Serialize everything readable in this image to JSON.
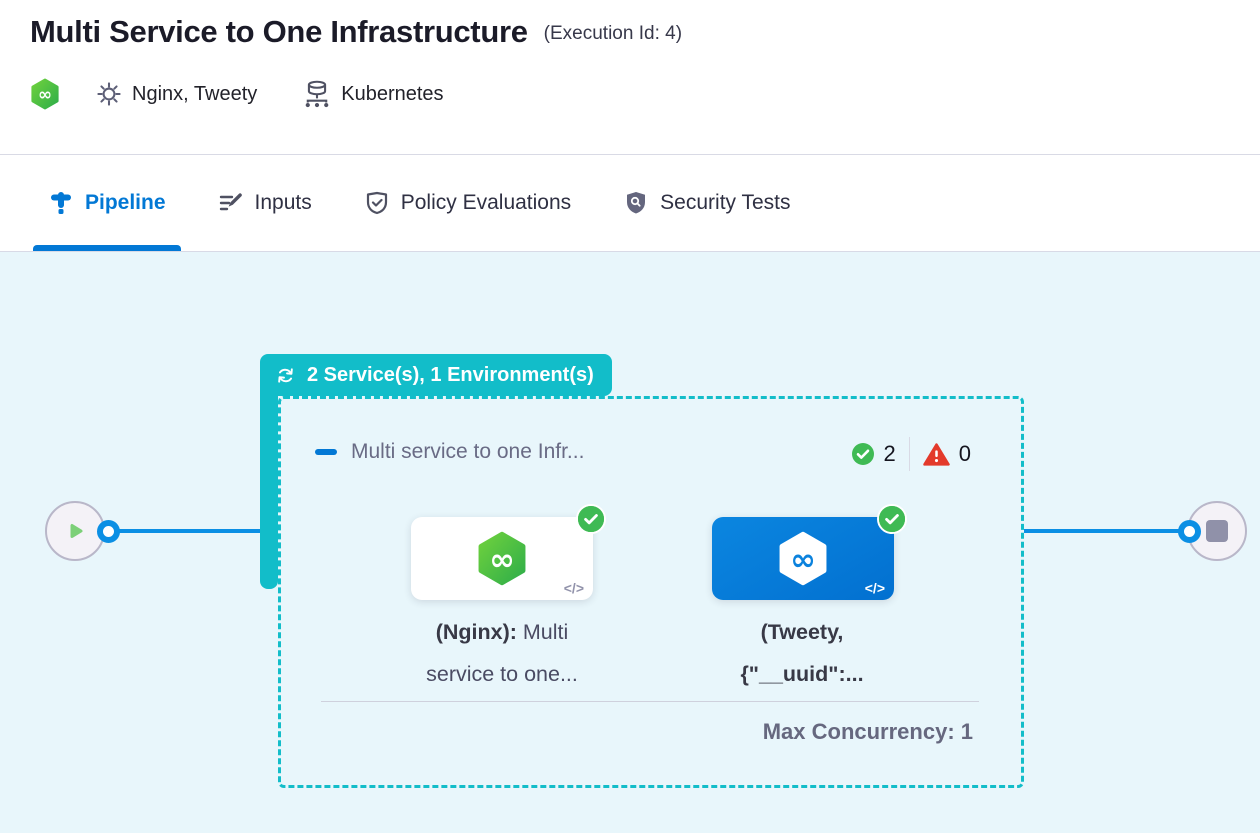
{
  "header": {
    "title": "Multi Service to One Infrastructure",
    "execution_id": "(Execution Id: 4)",
    "services": "Nginx, Tweety",
    "environment": "Kubernetes"
  },
  "tabs": [
    {
      "label": "Pipeline",
      "active": true
    },
    {
      "label": "Inputs",
      "active": false
    },
    {
      "label": "Policy Evaluations",
      "active": false
    },
    {
      "label": "Security Tests",
      "active": false
    }
  ],
  "pipeline": {
    "stage_badge_label": "2 Service(s), 1 Environment(s)",
    "stage_title": "Multi service to one Infr...",
    "success_count": "2",
    "error_count": "0",
    "services": [
      {
        "title_bold": "(Nginx):",
        "title_rest": "Multi",
        "subtitle": "service to one...",
        "code_glyph": "</>"
      },
      {
        "title_bold": "(Tweety,",
        "title_rest": "",
        "subtitle": "{\"__uuid\":...",
        "code_glyph": "</>"
      }
    ],
    "max_concurrency": "Max Concurrency: 1"
  },
  "icons": {
    "stage_badge_icon": "loop-icon",
    "start_icon": "play-icon",
    "end_icon": "stop-icon"
  },
  "colors": {
    "accent_blue": "#0278d5",
    "connector_blue": "#0b8fe4",
    "teal": "#12bdc9",
    "success_green": "#3fba54",
    "error_red": "#e33a2b",
    "canvas_bg": "#e8f6fb"
  }
}
